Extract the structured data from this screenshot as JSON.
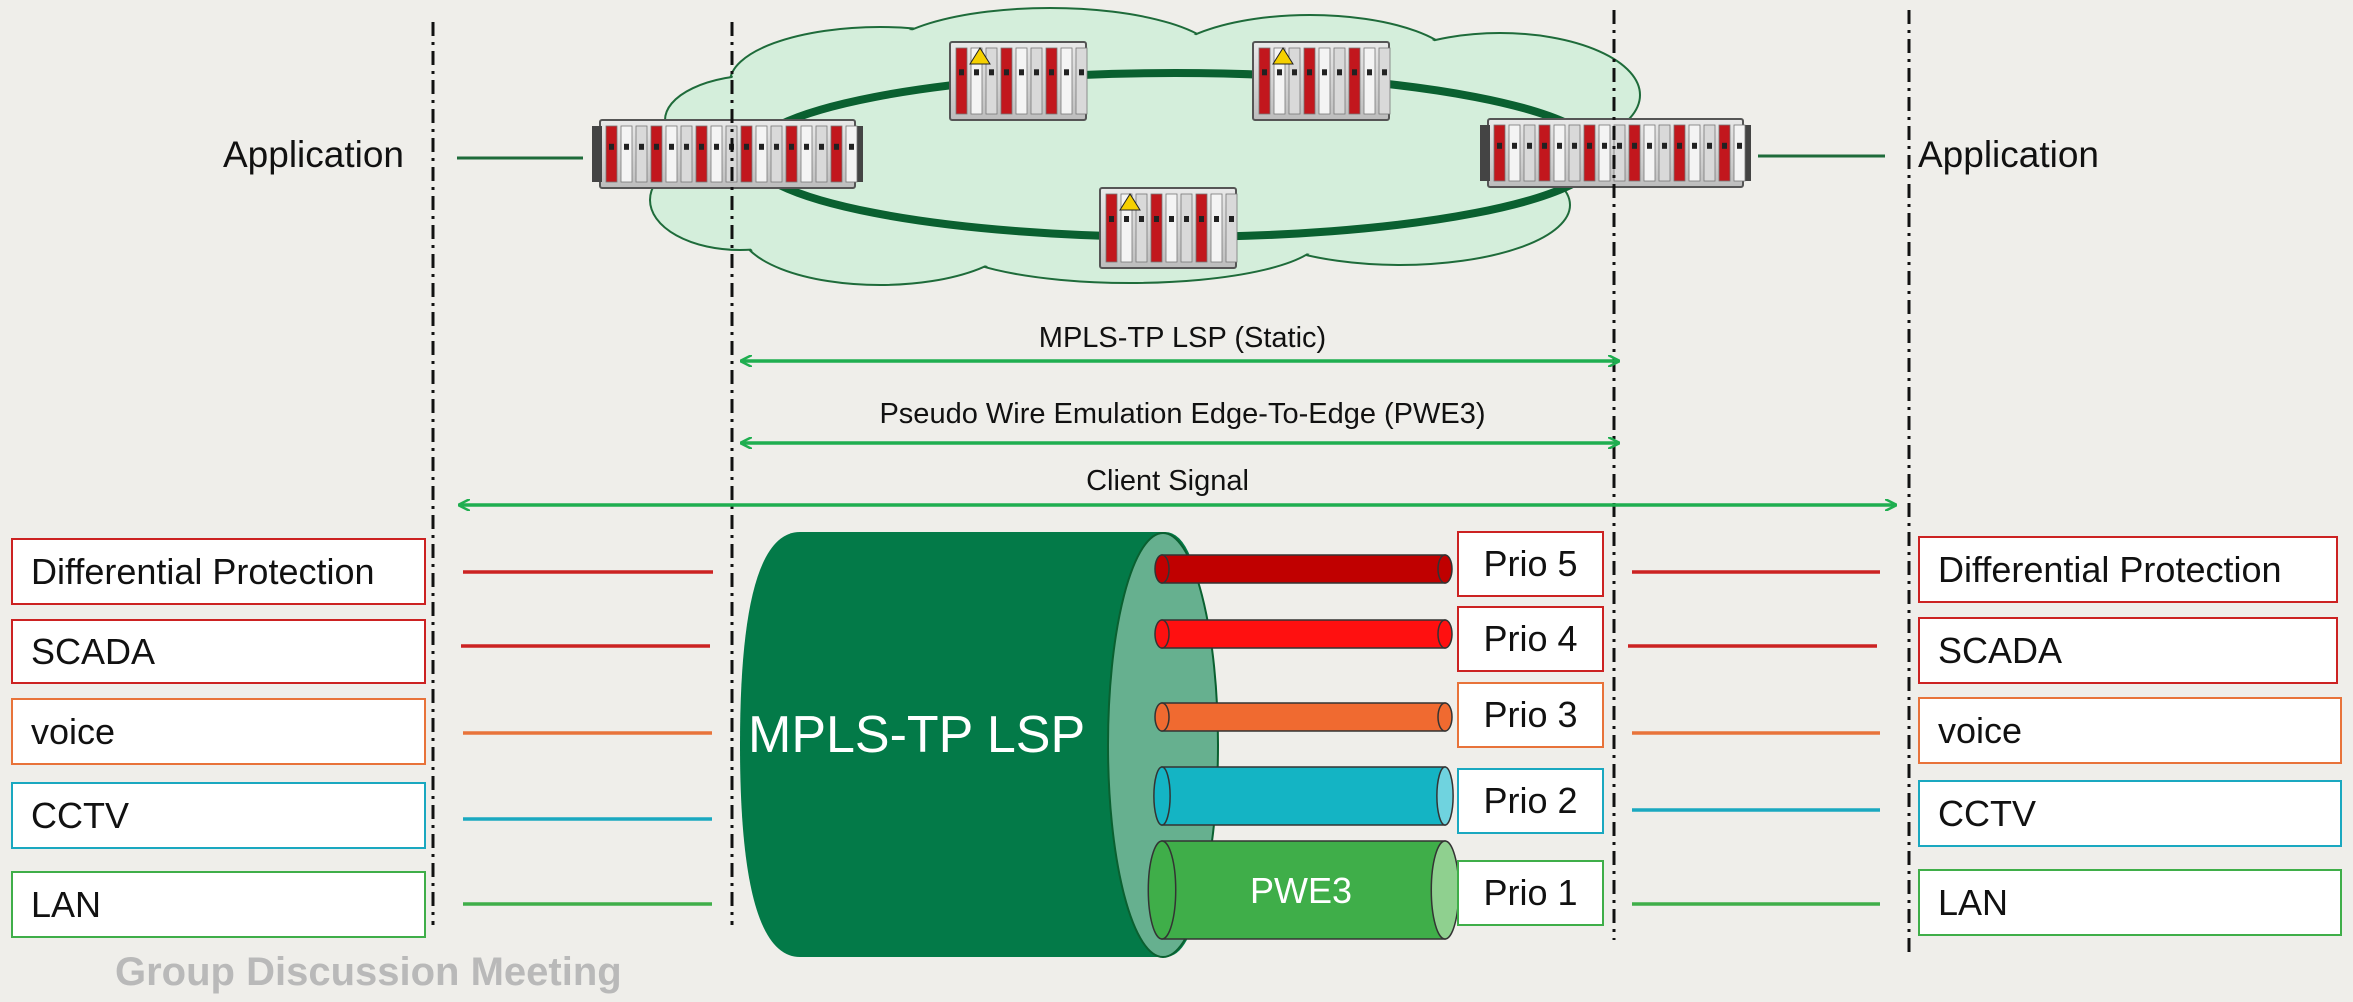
{
  "applications": {
    "left": "Application",
    "right": "Application"
  },
  "arrows": {
    "lsp": "MPLS-TP LSP (Static)",
    "pwe3": "Pseudo Wire Emulation Edge-To-Edge (PWE3)",
    "client": "Client Signal"
  },
  "tunnel": {
    "label": "MPLS-TP LSP",
    "inner_label": "PWE3"
  },
  "services": [
    {
      "label": "Differential Protection",
      "color": "#cc2222"
    },
    {
      "label": "SCADA",
      "color": "#cc2222"
    },
    {
      "label": "voice",
      "color": "#e8733a"
    },
    {
      "label": "CCTV",
      "color": "#1aa8c0"
    },
    {
      "label": "LAN",
      "color": "#3fae49"
    }
  ],
  "priorities": [
    {
      "label": "Prio 5",
      "color": "#c00000"
    },
    {
      "label": "Prio 4",
      "color": "#ff1010"
    },
    {
      "label": "Prio 3",
      "color": "#f06a30"
    },
    {
      "label": "Prio 2",
      "color": "#14b4c4"
    },
    {
      "label": "Prio 1",
      "color": "#3fae49"
    }
  ],
  "colors": {
    "cloud_fill": "#d4eedb",
    "cloud_stroke": "#1e6b3a",
    "ring": "#0a6030",
    "tunnel": "#037a48",
    "tunnel_end": "#66b08f",
    "arrow": "#1fae50"
  },
  "footer": "Group Discussion Meeting"
}
